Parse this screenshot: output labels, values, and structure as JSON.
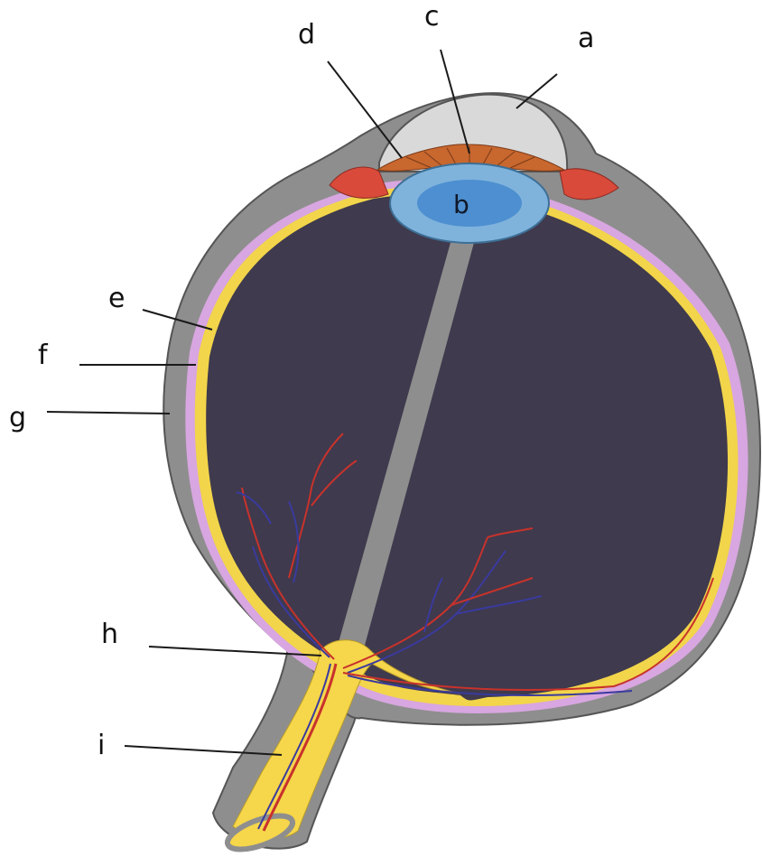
{
  "labels": {
    "a": "a",
    "b": "b",
    "c": "c",
    "d": "d",
    "e": "e",
    "f": "f",
    "g": "g",
    "h": "h",
    "i": "i"
  },
  "colors": {
    "sclera": "#8e8e8e",
    "choroid": "#d8a6e0",
    "retina": "#f2d54a",
    "vitreous": "#3f3a4d",
    "lens": "#7fb3dc",
    "iris": "#c8672e",
    "ciliary_body": "#d94a3a",
    "optic_nerve": "#f6d64a",
    "artery": "#c8322c",
    "vein": "#3a3a9e"
  }
}
